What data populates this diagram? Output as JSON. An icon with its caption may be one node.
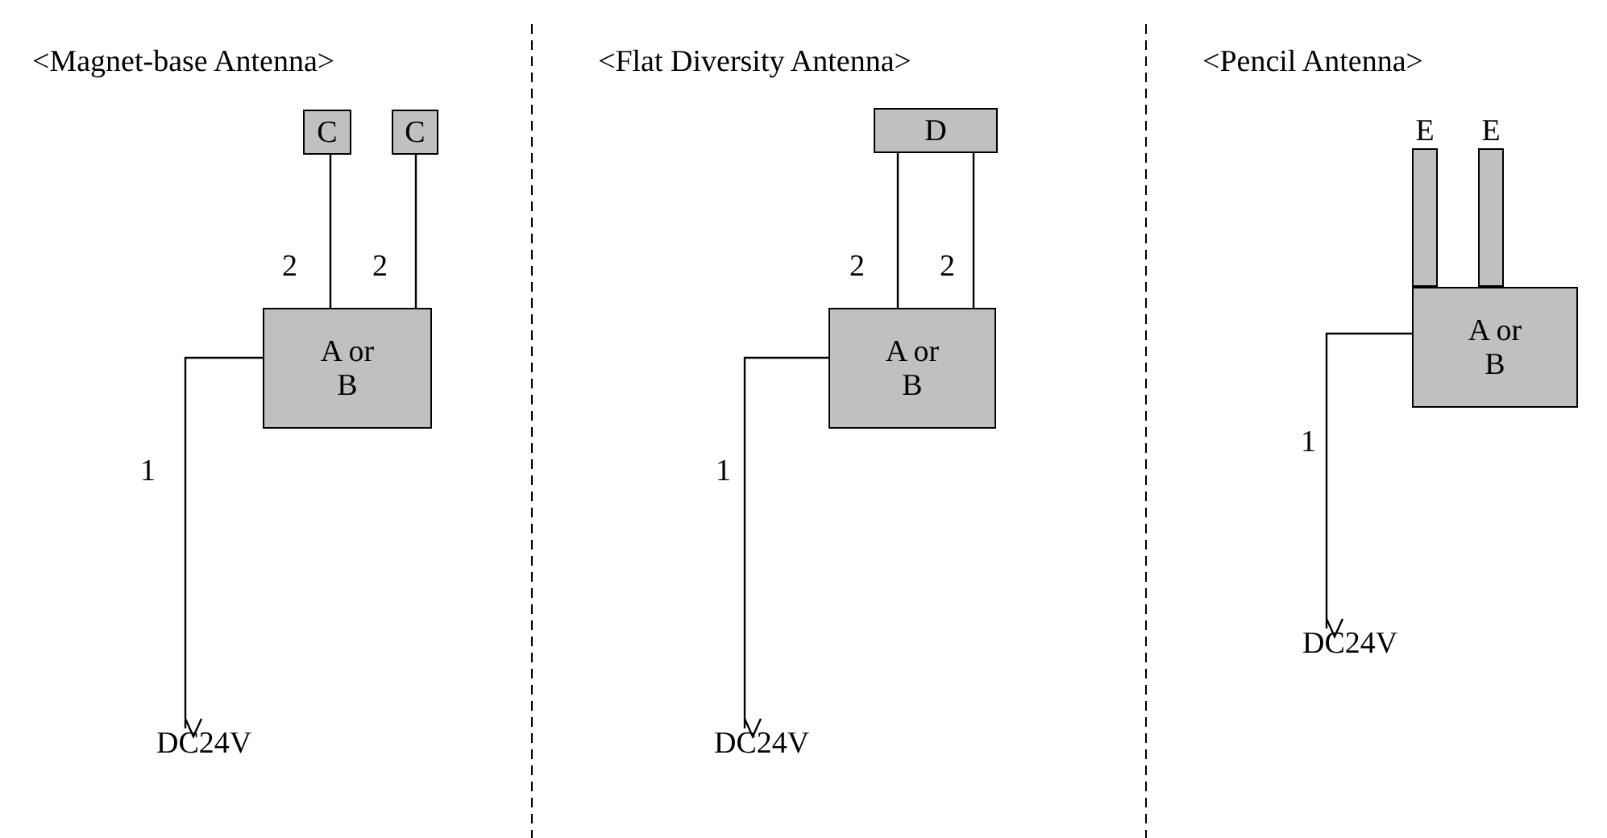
{
  "diagram": {
    "nodes": [
      {
        "text": [
          "C"
        ]
      },
      {
        "text": [
          "C"
        ]
      },
      {
        "text": [
          "A or B"
        ]
      },
      {
        "text": [
          "DC24V"
        ]
      },
      {
        "text": [
          "D"
        ]
      },
      {
        "text": [
          "A or B"
        ]
      },
      {
        "text": [
          "DC24V"
        ]
      },
      {
        "text": [
          "E"
        ]
      },
      {
        "text": [
          "E"
        ]
      },
      {
        "text": [
          "A or B"
        ]
      },
      {
        "text": [
          "DC24V"
        ]
      }
    ],
    "edges": [
      {
        "from": 0,
        "to": 2,
        "arrow": "none",
        "label": "2"
      },
      {
        "from": 1,
        "to": 2,
        "arrow": "none",
        "label": "2"
      },
      {
        "from": 2,
        "to": 3,
        "arrow": "to",
        "label": "1"
      },
      {
        "from": 4,
        "to": 5,
        "arrow": "none",
        "label": "2"
      },
      {
        "from": 4,
        "to": 5,
        "arrow": "none",
        "label": "2"
      },
      {
        "from": 5,
        "to": 6,
        "arrow": "to",
        "label": "1"
      },
      {
        "from": 9,
        "to": 10,
        "arrow": "to",
        "label": "1"
      }
    ],
    "labels": [
      "<Magnet-base Antenna>",
      "<Flat Diversity Antenna>",
      "<Pencil Antenna>"
    ]
  }
}
